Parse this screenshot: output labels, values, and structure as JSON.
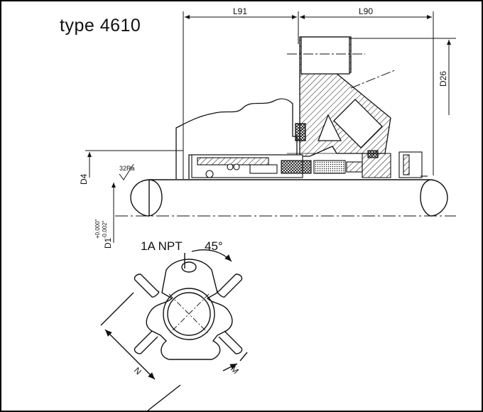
{
  "title": "type 4610",
  "dimensions": {
    "l91": "L91",
    "l90": "L90",
    "d26": "D26",
    "d4": "D4",
    "d1": "D1",
    "d1_tol_upper": "+0.000\"",
    "d1_tol_lower": "-0.002\"",
    "roughness": "32Ra",
    "npt": "1A NPT",
    "angle": "45°",
    "n": "N",
    "m": "M"
  },
  "colors": {
    "ink": "#111111",
    "background": "#ffffff"
  }
}
